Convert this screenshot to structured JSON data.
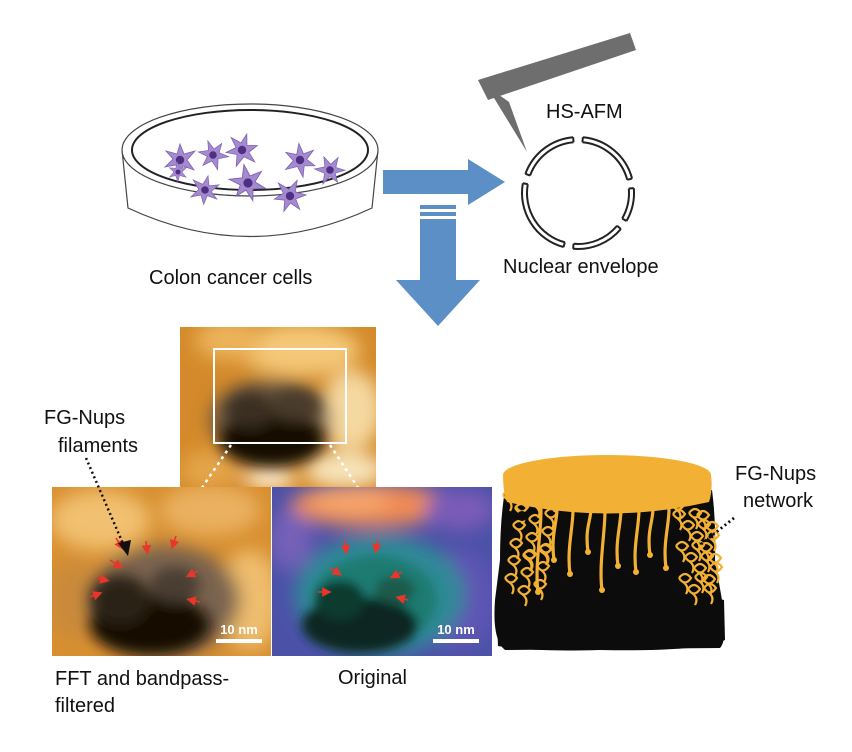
{
  "labels": {
    "hs_afm": "HS-AFM",
    "colon_cancer_cells": "Colon cancer cells",
    "nuclear_envelope": "Nuclear envelope",
    "fg_nups_filaments_line1": "FG-Nups",
    "fg_nups_filaments_line2": "filaments",
    "fft_line1": "FFT and bandpass-",
    "fft_line2": "filtered",
    "original": "Original",
    "fg_nups_network_line1": "FG-Nups",
    "fg_nups_network_line2": "network",
    "scale_bar_left": "10 nm",
    "scale_bar_right": "10 nm"
  },
  "colors": {
    "arrow_blue": "#5b8fc6",
    "cantilever_gray": "#6e6e6e",
    "cell_purple": "#a58ad0",
    "nucleus_purple": "#4e2f84",
    "afm_orange": "#e09a35",
    "afm_dark": "#161008",
    "network_orange": "#f2b134",
    "pore_black": "#0c0c0c",
    "marker_red": "#e8362a"
  }
}
